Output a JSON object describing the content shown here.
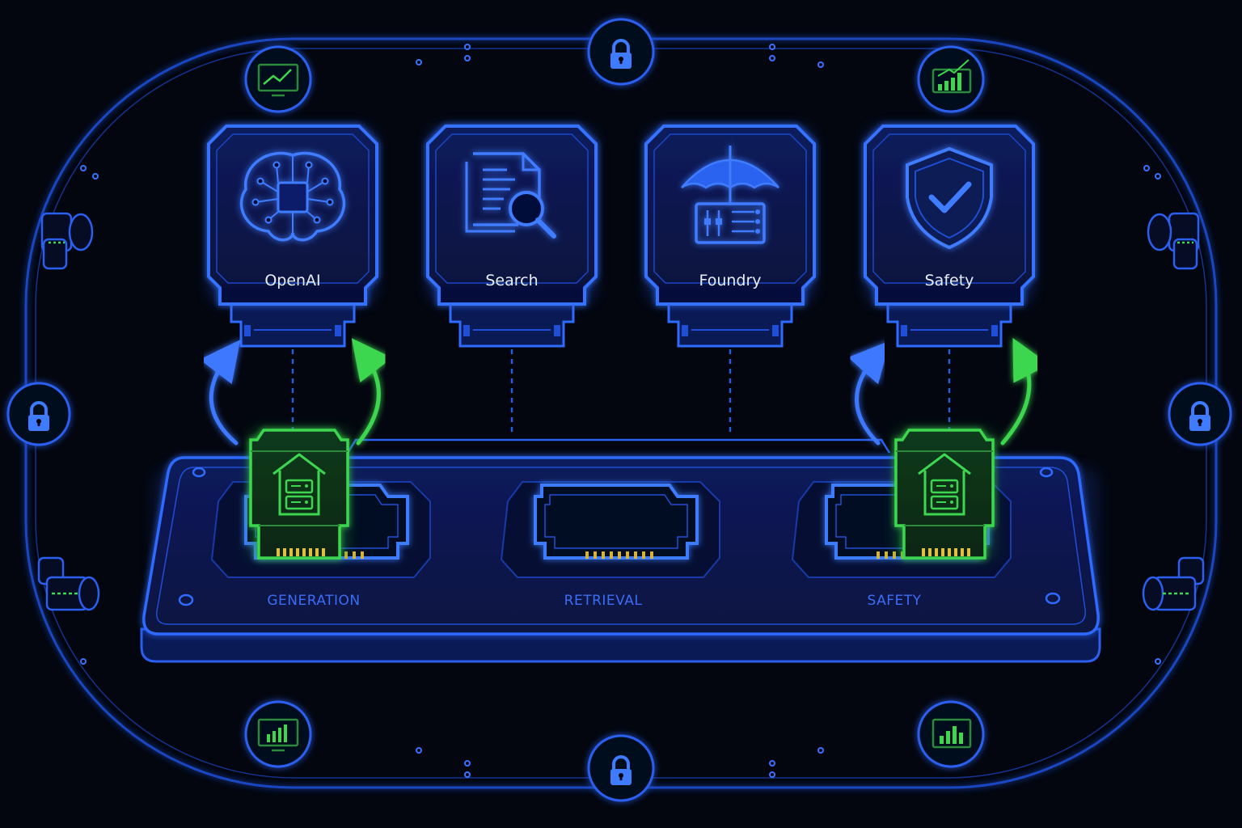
{
  "modules": [
    {
      "label": "OpenAI",
      "icon": "brain-chip-icon"
    },
    {
      "label": "Search",
      "icon": "document-search-icon"
    },
    {
      "label": "Foundry",
      "icon": "umbrella-panel-icon"
    },
    {
      "label": "Safety",
      "icon": "shield-check-icon"
    }
  ],
  "slots": [
    {
      "label": "GENERATION",
      "filled": true
    },
    {
      "label": "RETRIEVAL",
      "filled": false
    },
    {
      "label": "SAFETY",
      "filled": true
    }
  ],
  "ring_icons": [
    "lock-icon",
    "monitor-chart-icon",
    "bar-chart-icon",
    "pipe-connector-icon"
  ],
  "colors": {
    "background": "#03060f",
    "primary_blue": "#2f6bff",
    "glow_blue": "#4d8dff",
    "accent_green": "#35d64a"
  }
}
